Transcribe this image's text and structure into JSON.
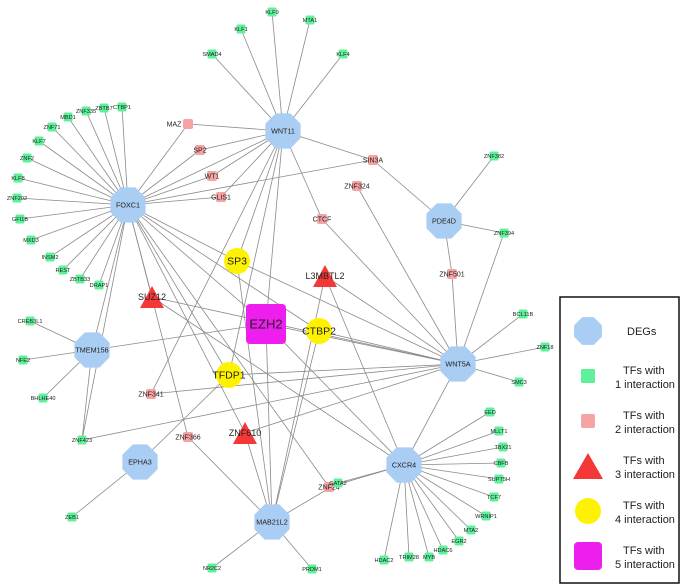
{
  "colors": {
    "deg": "#aacdf3",
    "tf1": "#5ef09a",
    "tf2": "#f6a3a3",
    "tf3": "#f43838",
    "tf4": "#fff200",
    "tf5": "#ee1fee",
    "edge": "#8a8a8a"
  },
  "nodes": [
    {
      "id": "WNT11",
      "label": "WNT11",
      "kind": "deg"
    },
    {
      "id": "FOXC1",
      "label": "FOXC1",
      "kind": "deg"
    },
    {
      "id": "PDE4D",
      "label": "PDE4D",
      "kind": "deg"
    },
    {
      "id": "TMEM156",
      "label": "TMEM156",
      "kind": "deg"
    },
    {
      "id": "WNT5A",
      "label": "WNT5A",
      "kind": "deg"
    },
    {
      "id": "EPHA3",
      "label": "EPHA3",
      "kind": "deg"
    },
    {
      "id": "CXCR4",
      "label": "CXCR4",
      "kind": "deg"
    },
    {
      "id": "MAB21L2",
      "label": "MAB21L2",
      "kind": "deg"
    },
    {
      "id": "EZH2",
      "label": "EZH2",
      "kind": "tf5"
    },
    {
      "id": "SP3",
      "label": "SP3",
      "kind": "tf4"
    },
    {
      "id": "CTBP2",
      "label": "CTBP2",
      "kind": "tf4"
    },
    {
      "id": "TFDP1",
      "label": "TFDP1",
      "kind": "tf4"
    },
    {
      "id": "L3MBTL2",
      "label": "L3MBTL2",
      "kind": "tf3"
    },
    {
      "id": "SUZ12",
      "label": "SUZ12",
      "kind": "tf3"
    },
    {
      "id": "ZNF610",
      "label": "ZNF610",
      "kind": "tf3"
    },
    {
      "id": "MAZ",
      "label": "MAZ",
      "kind": "tf2"
    },
    {
      "id": "SP2",
      "label": "SP2",
      "kind": "tf2"
    },
    {
      "id": "WT1",
      "label": "WT1",
      "kind": "tf2"
    },
    {
      "id": "GLIS1",
      "label": "GLIS1",
      "kind": "tf2"
    },
    {
      "id": "SIN3A",
      "label": "SIN3A",
      "kind": "tf2"
    },
    {
      "id": "ZNF324",
      "label": "ZNF324",
      "kind": "tf2"
    },
    {
      "id": "CTCF",
      "label": "CTCF",
      "kind": "tf2"
    },
    {
      "id": "ZNF501",
      "label": "ZNF501",
      "kind": "tf2"
    },
    {
      "id": "ZNF341",
      "label": "ZNF341",
      "kind": "tf2"
    },
    {
      "id": "ZNF366",
      "label": "ZNF366",
      "kind": "tf2"
    },
    {
      "id": "ZNF24",
      "label": "ZNF24",
      "kind": "tf2"
    },
    {
      "id": "KLF9",
      "label": "KLF9",
      "kind": "tf1"
    },
    {
      "id": "KLF1",
      "label": "KLF1",
      "kind": "tf1"
    },
    {
      "id": "MTA1",
      "label": "MTA1",
      "kind": "tf1"
    },
    {
      "id": "KLF4",
      "label": "KLF4",
      "kind": "tf1"
    },
    {
      "id": "SMAD4",
      "label": "SMAD4",
      "kind": "tf1"
    },
    {
      "id": "MBD1",
      "label": "MBD1",
      "kind": "tf1"
    },
    {
      "id": "ZNF335",
      "label": "ZNF335",
      "kind": "tf1"
    },
    {
      "id": "ZBTB7",
      "label": "ZBTB7",
      "kind": "tf1"
    },
    {
      "id": "CTBP1",
      "label": "CTBP1",
      "kind": "tf1"
    },
    {
      "id": "ZNF71",
      "label": "ZNF71",
      "kind": "tf1"
    },
    {
      "id": "KLF7",
      "label": "KLF7",
      "kind": "tf1"
    },
    {
      "id": "ZNF2",
      "label": "ZNF2",
      "kind": "tf1"
    },
    {
      "id": "KLF8",
      "label": "KLF8",
      "kind": "tf1"
    },
    {
      "id": "ZNF202",
      "label": "ZNF202",
      "kind": "tf1"
    },
    {
      "id": "GFI1B",
      "label": "GFI1B",
      "kind": "tf1"
    },
    {
      "id": "MXD3",
      "label": "MXD3",
      "kind": "tf1"
    },
    {
      "id": "INSM2",
      "label": "INSM2",
      "kind": "tf1"
    },
    {
      "id": "REST",
      "label": "REST",
      "kind": "tf1"
    },
    {
      "id": "ZBTB33",
      "label": "ZBTB33",
      "kind": "tf1"
    },
    {
      "id": "DRAP1",
      "label": "DRAP1",
      "kind": "tf1"
    },
    {
      "id": "ZNF382",
      "label": "ZNF382",
      "kind": "tf1"
    },
    {
      "id": "ZNF394",
      "label": "ZNF394",
      "kind": "tf1"
    },
    {
      "id": "BCL11B",
      "label": "BCL11B",
      "kind": "tf1"
    },
    {
      "id": "ZNF18",
      "label": "ZNF18",
      "kind": "tf1"
    },
    {
      "id": "SMC3",
      "label": "SMC3",
      "kind": "tf1"
    },
    {
      "id": "CREB3L1",
      "label": "CREB3L1",
      "kind": "tf1"
    },
    {
      "id": "NFE2",
      "label": "NFE2",
      "kind": "tf1"
    },
    {
      "id": "BHLHE40",
      "label": "BHLHE40",
      "kind": "tf1"
    },
    {
      "id": "ZNF423",
      "label": "ZNF423",
      "kind": "tf1"
    },
    {
      "id": "ZEB1",
      "label": "ZEB1",
      "kind": "tf1"
    },
    {
      "id": "GATA2",
      "label": "GATA2",
      "kind": "tf1"
    },
    {
      "id": "NR2C2",
      "label": "NR2C2",
      "kind": "tf1"
    },
    {
      "id": "PRDM1",
      "label": "PRDM1",
      "kind": "tf1"
    },
    {
      "id": "EED",
      "label": "EED",
      "kind": "tf1"
    },
    {
      "id": "MLLT1",
      "label": "MLLT1",
      "kind": "tf1"
    },
    {
      "id": "TBX21",
      "label": "TBX21",
      "kind": "tf1"
    },
    {
      "id": "CBFB",
      "label": "CBFB",
      "kind": "tf1"
    },
    {
      "id": "SUPT5H",
      "label": "SUPT5H",
      "kind": "tf1"
    },
    {
      "id": "TCF7",
      "label": "TCF7",
      "kind": "tf1"
    },
    {
      "id": "WRNIP1",
      "label": "WRNIP1",
      "kind": "tf1"
    },
    {
      "id": "MTA2",
      "label": "MTA2",
      "kind": "tf1"
    },
    {
      "id": "EGR2",
      "label": "EGR2",
      "kind": "tf1"
    },
    {
      "id": "HDAC6",
      "label": "HDAC6",
      "kind": "tf1"
    },
    {
      "id": "MYB",
      "label": "MYB",
      "kind": "tf1"
    },
    {
      "id": "TRIM28",
      "label": "TRIM28",
      "kind": "tf1"
    },
    {
      "id": "HDAC2",
      "label": "HDAC2",
      "kind": "tf1"
    }
  ],
  "edges": [
    [
      "WNT11",
      "KLF9"
    ],
    [
      "WNT11",
      "KLF1"
    ],
    [
      "WNT11",
      "MTA1"
    ],
    [
      "WNT11",
      "KLF4"
    ],
    [
      "WNT11",
      "SMAD4"
    ],
    [
      "WNT11",
      "MAZ"
    ],
    [
      "WNT11",
      "SP2"
    ],
    [
      "WNT11",
      "WT1"
    ],
    [
      "WNT11",
      "GLIS1"
    ],
    [
      "WNT11",
      "SIN3A"
    ],
    [
      "WNT11",
      "CTCF"
    ],
    [
      "WNT11",
      "SP3"
    ],
    [
      "WNT11",
      "EZH2"
    ],
    [
      "WNT11",
      "TFDP1"
    ],
    [
      "WNT11",
      "ZNF341"
    ],
    [
      "WNT11",
      "FOXC1"
    ],
    [
      "FOXC1",
      "MBD1"
    ],
    [
      "FOXC1",
      "ZNF335"
    ],
    [
      "FOXC1",
      "ZBTB7"
    ],
    [
      "FOXC1",
      "CTBP1"
    ],
    [
      "FOXC1",
      "ZNF71"
    ],
    [
      "FOXC1",
      "KLF7"
    ],
    [
      "FOXC1",
      "ZNF2"
    ],
    [
      "FOXC1",
      "KLF8"
    ],
    [
      "FOXC1",
      "ZNF202"
    ],
    [
      "FOXC1",
      "GFI1B"
    ],
    [
      "FOXC1",
      "MXD3"
    ],
    [
      "FOXC1",
      "INSM2"
    ],
    [
      "FOXC1",
      "REST"
    ],
    [
      "FOXC1",
      "ZBTB33"
    ],
    [
      "FOXC1",
      "DRAP1"
    ],
    [
      "FOXC1",
      "MAZ"
    ],
    [
      "FOXC1",
      "SP2"
    ],
    [
      "FOXC1",
      "WT1"
    ],
    [
      "FOXC1",
      "GLIS1"
    ],
    [
      "FOXC1",
      "SIN3A"
    ],
    [
      "FOXC1",
      "SP3"
    ],
    [
      "FOXC1",
      "EZH2"
    ],
    [
      "FOXC1",
      "CTBP2"
    ],
    [
      "FOXC1",
      "TFDP1"
    ],
    [
      "FOXC1",
      "SUZ12"
    ],
    [
      "FOXC1",
      "ZNF610"
    ],
    [
      "FOXC1",
      "ZNF366"
    ],
    [
      "FOXC1",
      "ZNF423"
    ],
    [
      "FOXC1",
      "TMEM156"
    ],
    [
      "FOXC1",
      "ZNF24"
    ],
    [
      "PDE4D",
      "SIN3A"
    ],
    [
      "PDE4D",
      "ZNF382"
    ],
    [
      "PDE4D",
      "ZNF501"
    ],
    [
      "PDE4D",
      "ZNF394"
    ],
    [
      "WNT5A",
      "ZNF394"
    ],
    [
      "WNT5A",
      "BCL11B"
    ],
    [
      "WNT5A",
      "ZNF18"
    ],
    [
      "WNT5A",
      "SMC3"
    ],
    [
      "WNT5A",
      "ZNF324"
    ],
    [
      "WNT5A",
      "CTCF"
    ],
    [
      "WNT5A",
      "L3MBTL2"
    ],
    [
      "WNT5A",
      "SP3"
    ],
    [
      "WNT5A",
      "CTBP2"
    ],
    [
      "WNT5A",
      "SUZ12"
    ],
    [
      "WNT5A",
      "EZH2"
    ],
    [
      "WNT5A",
      "TFDP1"
    ],
    [
      "WNT5A",
      "ZNF341"
    ],
    [
      "WNT5A",
      "ZNF610"
    ],
    [
      "WNT5A",
      "ZNF423"
    ],
    [
      "WNT5A",
      "ZNF501"
    ],
    [
      "WNT5A",
      "CXCR4"
    ],
    [
      "TMEM156",
      "CREB3L1"
    ],
    [
      "TMEM156",
      "NFE2"
    ],
    [
      "TMEM156",
      "BHLHE40"
    ],
    [
      "TMEM156",
      "ZNF423"
    ],
    [
      "TMEM156",
      "EZH2"
    ],
    [
      "EPHA3",
      "ZEB1"
    ],
    [
      "EPHA3",
      "TFDP1"
    ],
    [
      "CXCR4",
      "EED"
    ],
    [
      "CXCR4",
      "MLLT1"
    ],
    [
      "CXCR4",
      "TBX21"
    ],
    [
      "CXCR4",
      "CBFB"
    ],
    [
      "CXCR4",
      "SUPT5H"
    ],
    [
      "CXCR4",
      "TCF7"
    ],
    [
      "CXCR4",
      "WRNIP1"
    ],
    [
      "CXCR4",
      "MTA2"
    ],
    [
      "CXCR4",
      "EGR2"
    ],
    [
      "CXCR4",
      "HDAC6"
    ],
    [
      "CXCR4",
      "MYB"
    ],
    [
      "CXCR4",
      "TRIM28"
    ],
    [
      "CXCR4",
      "HDAC2"
    ],
    [
      "CXCR4",
      "ZNF24"
    ],
    [
      "CXCR4",
      "EZH2"
    ],
    [
      "CXCR4",
      "L3MBTL2"
    ],
    [
      "CXCR4",
      "SUZ12"
    ],
    [
      "CXCR4",
      "GATA2"
    ],
    [
      "MAB21L2",
      "NR2C2"
    ],
    [
      "MAB21L2",
      "PRDM1"
    ],
    [
      "MAB21L2",
      "GATA2"
    ],
    [
      "MAB21L2",
      "EZH2"
    ],
    [
      "MAB21L2",
      "CTBP2"
    ],
    [
      "MAB21L2",
      "SP3"
    ],
    [
      "MAB21L2",
      "ZNF610"
    ],
    [
      "MAB21L2",
      "ZNF366"
    ],
    [
      "MAB21L2",
      "L3MBTL2"
    ]
  ],
  "legend": {
    "items": [
      {
        "kind": "deg",
        "lines": [
          "DEGs"
        ]
      },
      {
        "kind": "tf1",
        "lines": [
          "TFs with",
          "1 interaction"
        ]
      },
      {
        "kind": "tf2",
        "lines": [
          "TFs with",
          "2 interaction"
        ]
      },
      {
        "kind": "tf3",
        "lines": [
          "TFs with",
          "3 interaction"
        ]
      },
      {
        "kind": "tf4",
        "lines": [
          "TFs with",
          "4 interaction"
        ]
      },
      {
        "kind": "tf5",
        "lines": [
          "TFs with",
          "5 interaction"
        ]
      }
    ]
  }
}
